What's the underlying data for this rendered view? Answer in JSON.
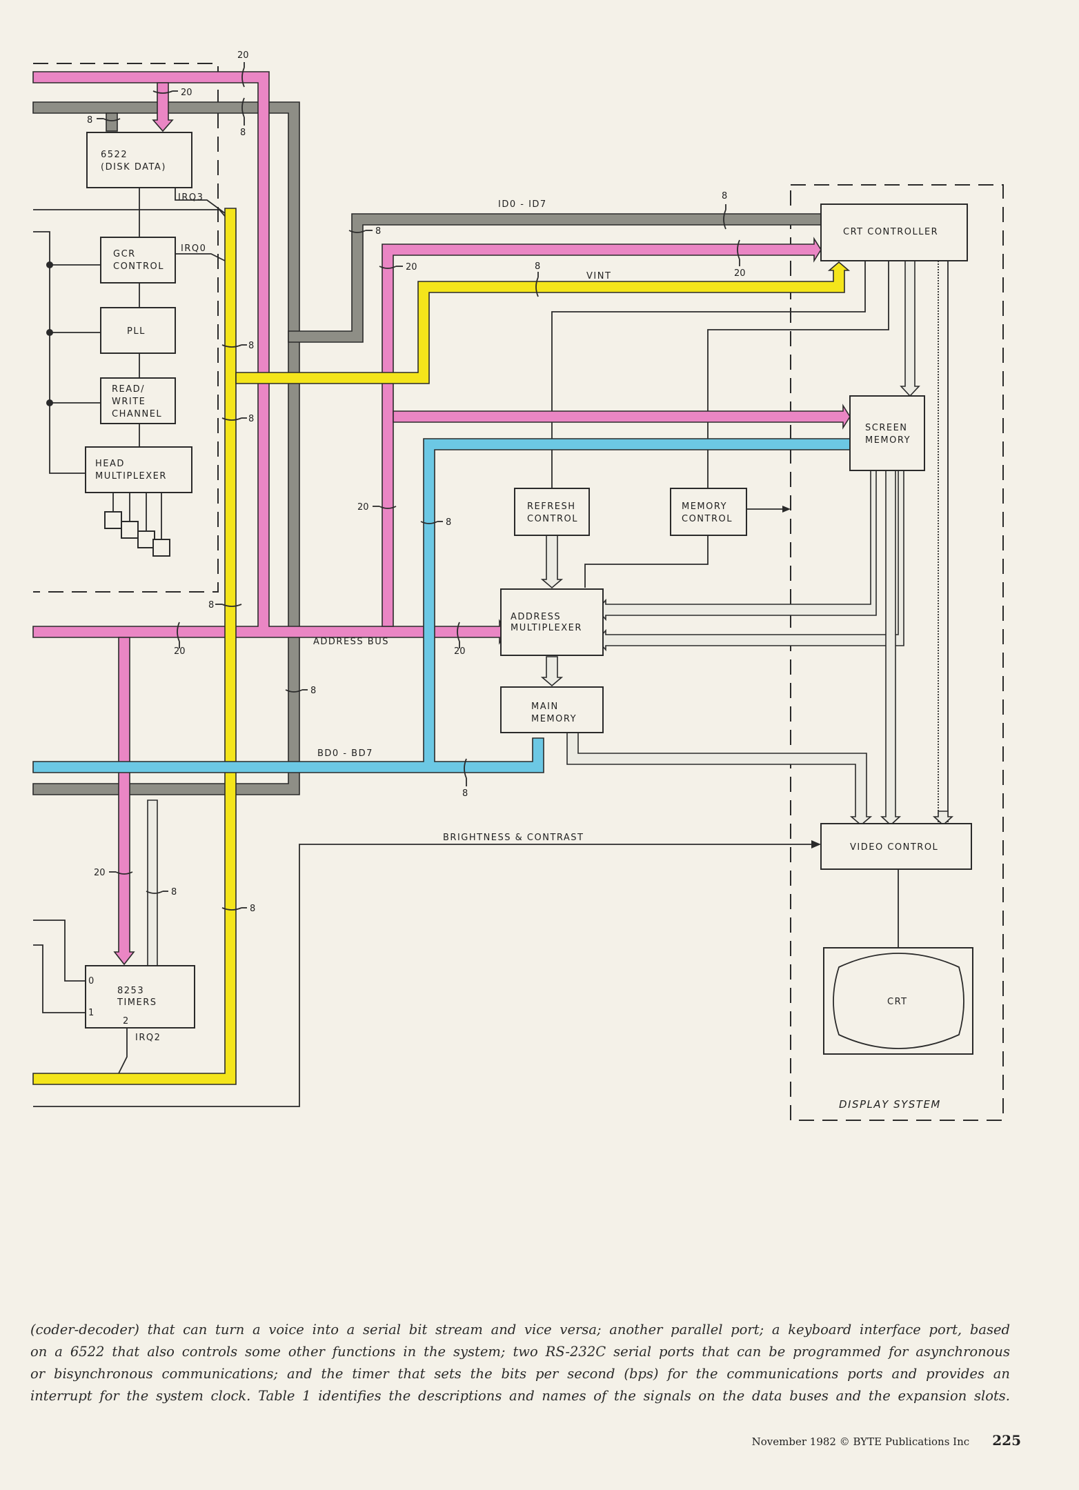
{
  "colors": {
    "address_bus": "#ea86c4",
    "internal_data_bus": "#8e8e86",
    "interrupt_bus": "#f4e51b",
    "buffered_data_bus": "#6cc8e4",
    "paper": "#f4f1e8"
  },
  "diagram": {
    "blocks": {
      "via_6522": [
        "6522",
        "(DISK DATA)"
      ],
      "gcr_control": [
        "GCR",
        "CONTROL"
      ],
      "pll": [
        "PLL"
      ],
      "read_write_channel": [
        "READ/",
        "WRITE",
        "CHANNEL"
      ],
      "head_multiplexer": [
        "HEAD",
        "MULTIPLEXER"
      ],
      "crt_controller": [
        "CRT CONTROLLER"
      ],
      "screen_memory": [
        "SCREEN",
        "MEMORY"
      ],
      "refresh_control": [
        "REFRESH",
        "CONTROL"
      ],
      "memory_control": [
        "MEMORY",
        "CONTROL"
      ],
      "address_multiplexer": [
        "ADDRESS",
        "MULTIPLEXER"
      ],
      "main_memory": [
        "MAIN",
        "MEMORY"
      ],
      "video_control": [
        "VIDEO CONTROL"
      ],
      "crt": [
        "CRT"
      ],
      "timers_8253": [
        "8253",
        "TIMERS"
      ]
    },
    "bus_labels": {
      "id_bus": "ID0 - ID7",
      "vint": "VINT",
      "address_bus": "ADDRESS BUS",
      "bd_bus": "BD0 - BD7",
      "brightness": "BRIGHTNESS & CONTRAST"
    },
    "signal_labels": {
      "irq3": "IRQ3",
      "irq0": "IRQ0",
      "irq2": "IRQ2",
      "timer_pin_0": "0",
      "timer_pin_1": "1",
      "timer_pin_2": "2"
    },
    "group_labels": {
      "display_system": "DISPLAY SYSTEM"
    },
    "bus_widths": {
      "top_pink_20": "20",
      "pink_drop_20": "20",
      "gray_drop_8": "8",
      "top_gray_8": "8",
      "yellow_8a": "8",
      "yellow_8b": "8",
      "id_8": "8",
      "id_crt_8": "8",
      "pink_20_mid": "20",
      "pink_crt_20": "20",
      "vint_8": "8",
      "pink_vert_20": "20",
      "blue_vert_8": "8",
      "yellow_low_8": "8",
      "addr_left_20": "20",
      "addr_right_20": "20",
      "gray_vert_8": "8",
      "bd_8": "8",
      "timer_pink_20": "20",
      "timer_white_8": "8",
      "timer_yellow_8": "8"
    }
  },
  "article": {
    "lines": [
      "(coder-decoder) that can turn a voice into a serial bit stream and vice versa; another parallel port; a keyboard interface port, based",
      "on a 6522 that also controls some other functions in the system; two RS-232C serial ports that can be programmed for asynchronous",
      "or bisynchronous communications; and the timer that sets the bits per second (bps) for the communications ports and provides an",
      "interrupt for the system clock. Table 1 identifies the descriptions and names of the signals on the data buses and the expansion slots."
    ]
  },
  "footer": {
    "credit": "November 1982 © BYTE Publications Inc",
    "page_number": "225"
  }
}
